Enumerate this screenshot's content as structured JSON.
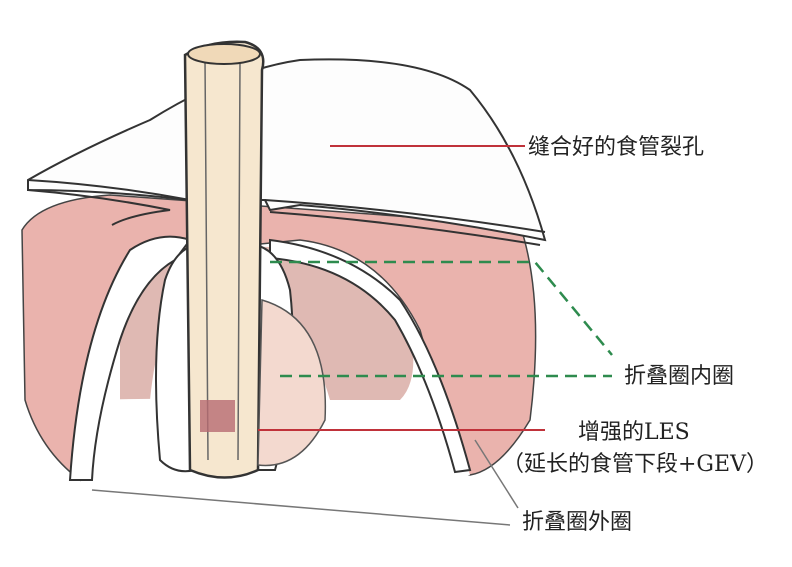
{
  "labels": {
    "hiatus": "缝合好的食管裂孔",
    "inner_wrap": "折叠圈内圈",
    "les_line1": "增强的LES",
    "les_line2": "（延长的食管下段+GEV）",
    "outer_wrap": "折叠圈外圈"
  },
  "colors": {
    "pink": "#eab3ad",
    "dark_pink": "#c98a80",
    "esophagus": "#f6e7cf",
    "red_leader": "#c0323a",
    "green_leader": "#2e8b4e",
    "grey_leader": "#777777"
  }
}
